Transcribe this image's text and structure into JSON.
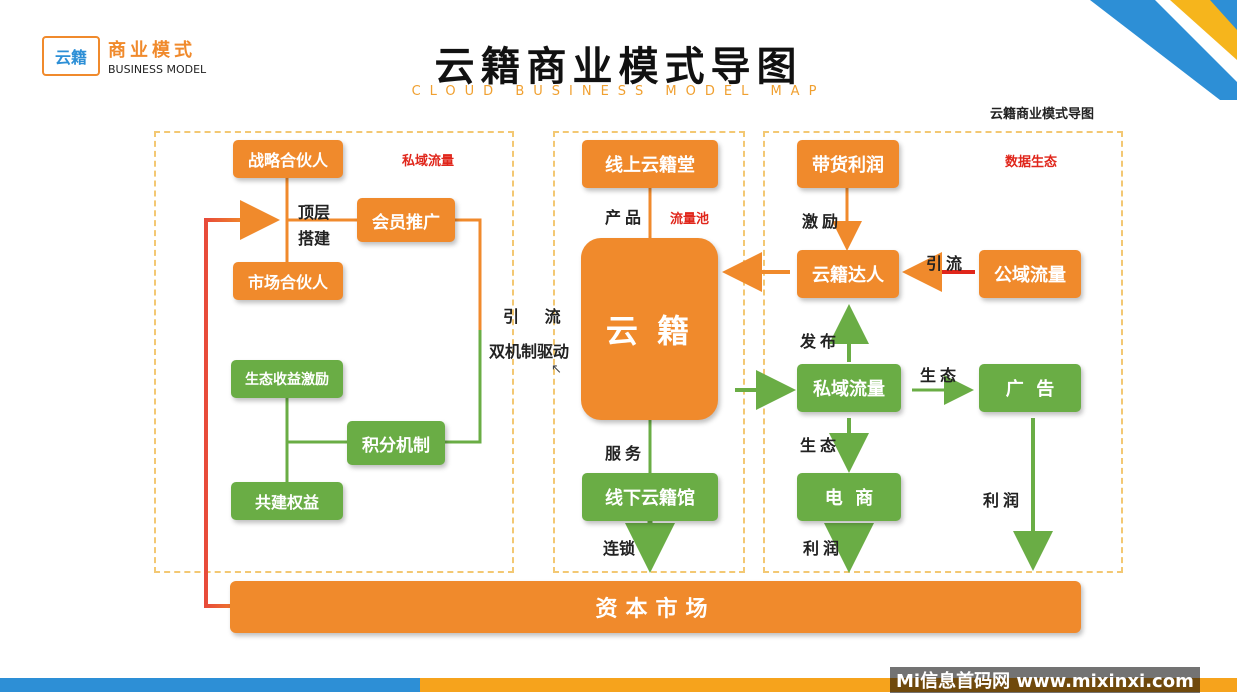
{
  "header": {
    "logo_text": "商业模式",
    "logo_sub": "BUSINESS MODEL",
    "logo_icon_char": "云籍",
    "title": "云籍商业模式导图",
    "subtitle": "CLOUD BUSINESS MODEL MAP",
    "corner_label": "云籍商业模式导图"
  },
  "regions": {
    "left_label": "私域流量",
    "middle_label": "流量池",
    "right_label": "数据生态"
  },
  "left": {
    "strategic_partner": "战略合伙人",
    "market_partner": "市场合伙人",
    "member_promo": "会员推广",
    "top_level_1": "顶层",
    "top_level_2": "搭建",
    "eco_incentive": "生态收益激励",
    "points_mechanism": "积分机制",
    "co_build": "共建权益"
  },
  "middle": {
    "online": "线上云籍堂",
    "product": "产品",
    "core": "云 籍",
    "service": "服务",
    "offline": "线下云籍馆",
    "chain": "连锁"
  },
  "connector": {
    "guide": "引 流",
    "dual": "双机制驱动"
  },
  "right": {
    "sales_profit": "带货利润",
    "incentive": "激励",
    "influencer": "云籍达人",
    "guide": "引流",
    "public_traffic": "公域流量",
    "publish": "发布",
    "private_traffic": "私域流量",
    "eco1": "生态",
    "ad": "广  告",
    "eco2": "生态",
    "ecommerce": "电  商",
    "profit1": "利润",
    "profit2": "利润"
  },
  "bottom": {
    "capital_market": "资本市场"
  },
  "watermark": "Mi信息首码网 www.mixinxi.com",
  "colors": {
    "orange": "#f08a2c",
    "green": "#6aad45",
    "dashed": "#f3c873",
    "accent_red": "#e0261b",
    "corner_blue": "#2d8fd6",
    "corner_yellow": "#f6b51c"
  }
}
